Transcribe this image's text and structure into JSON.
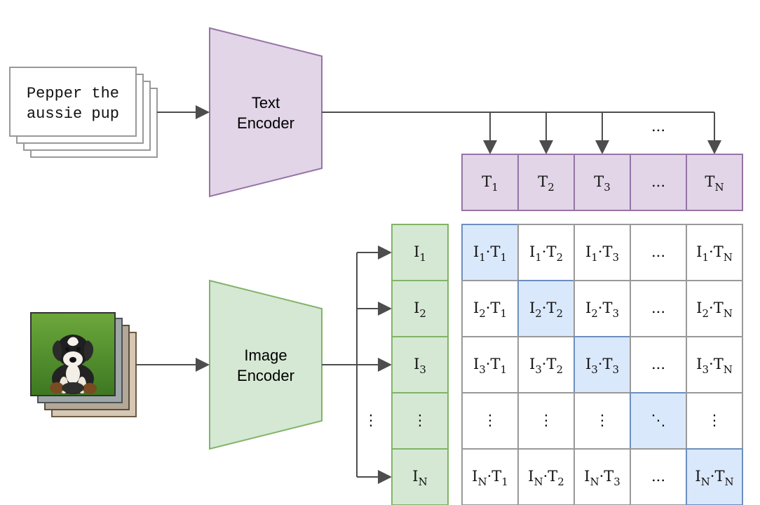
{
  "text_input": {
    "line1": "Pepper the",
    "line2": "aussie pup"
  },
  "text_encoder": {
    "line1": "Text",
    "line2": "Encoder"
  },
  "image_encoder": {
    "line1": "Image",
    "line2": "Encoder"
  },
  "text_embeddings": [
    {
      "base": "T",
      "sub": "1"
    },
    {
      "base": "T",
      "sub": "2"
    },
    {
      "base": "T",
      "sub": "3"
    },
    {
      "base": "...",
      "sub": ""
    },
    {
      "base": "T",
      "sub": "N"
    }
  ],
  "image_embeddings": [
    {
      "base": "I",
      "sub": "1"
    },
    {
      "base": "I",
      "sub": "2"
    },
    {
      "base": "I",
      "sub": "3"
    },
    {
      "base": "⋮",
      "sub": ""
    },
    {
      "base": "I",
      "sub": "N"
    }
  ],
  "matrix": {
    "cells": [
      [
        "I1·T1",
        "I1·T2",
        "I1·T3",
        "...",
        "I1·TN"
      ],
      [
        "I2·T1",
        "I2·T2",
        "I2·T3",
        "...",
        "I2·TN"
      ],
      [
        "I3·T1",
        "I3·T2",
        "I3·T3",
        "...",
        "I3·TN"
      ],
      [
        "⋮",
        "⋮",
        "⋮",
        "⋱",
        "⋮"
      ],
      [
        "IN·T1",
        "IN·T2",
        "IN·T3",
        "...",
        "IN·TN"
      ]
    ]
  },
  "ellipses": {
    "arrows": "...",
    "vertical": "⋮"
  },
  "colors": {
    "text_fill": "#e1d5e7",
    "text_stroke": "#9673a6",
    "image_fill": "#d5e8d4",
    "image_stroke": "#82b366",
    "diag_fill": "#dae8fc",
    "diag_stroke": "#6c8ebf",
    "line": "#4d4d4d",
    "cell_stroke": "#999999"
  },
  "icons": {
    "photo": "puppy-photo-stack"
  }
}
